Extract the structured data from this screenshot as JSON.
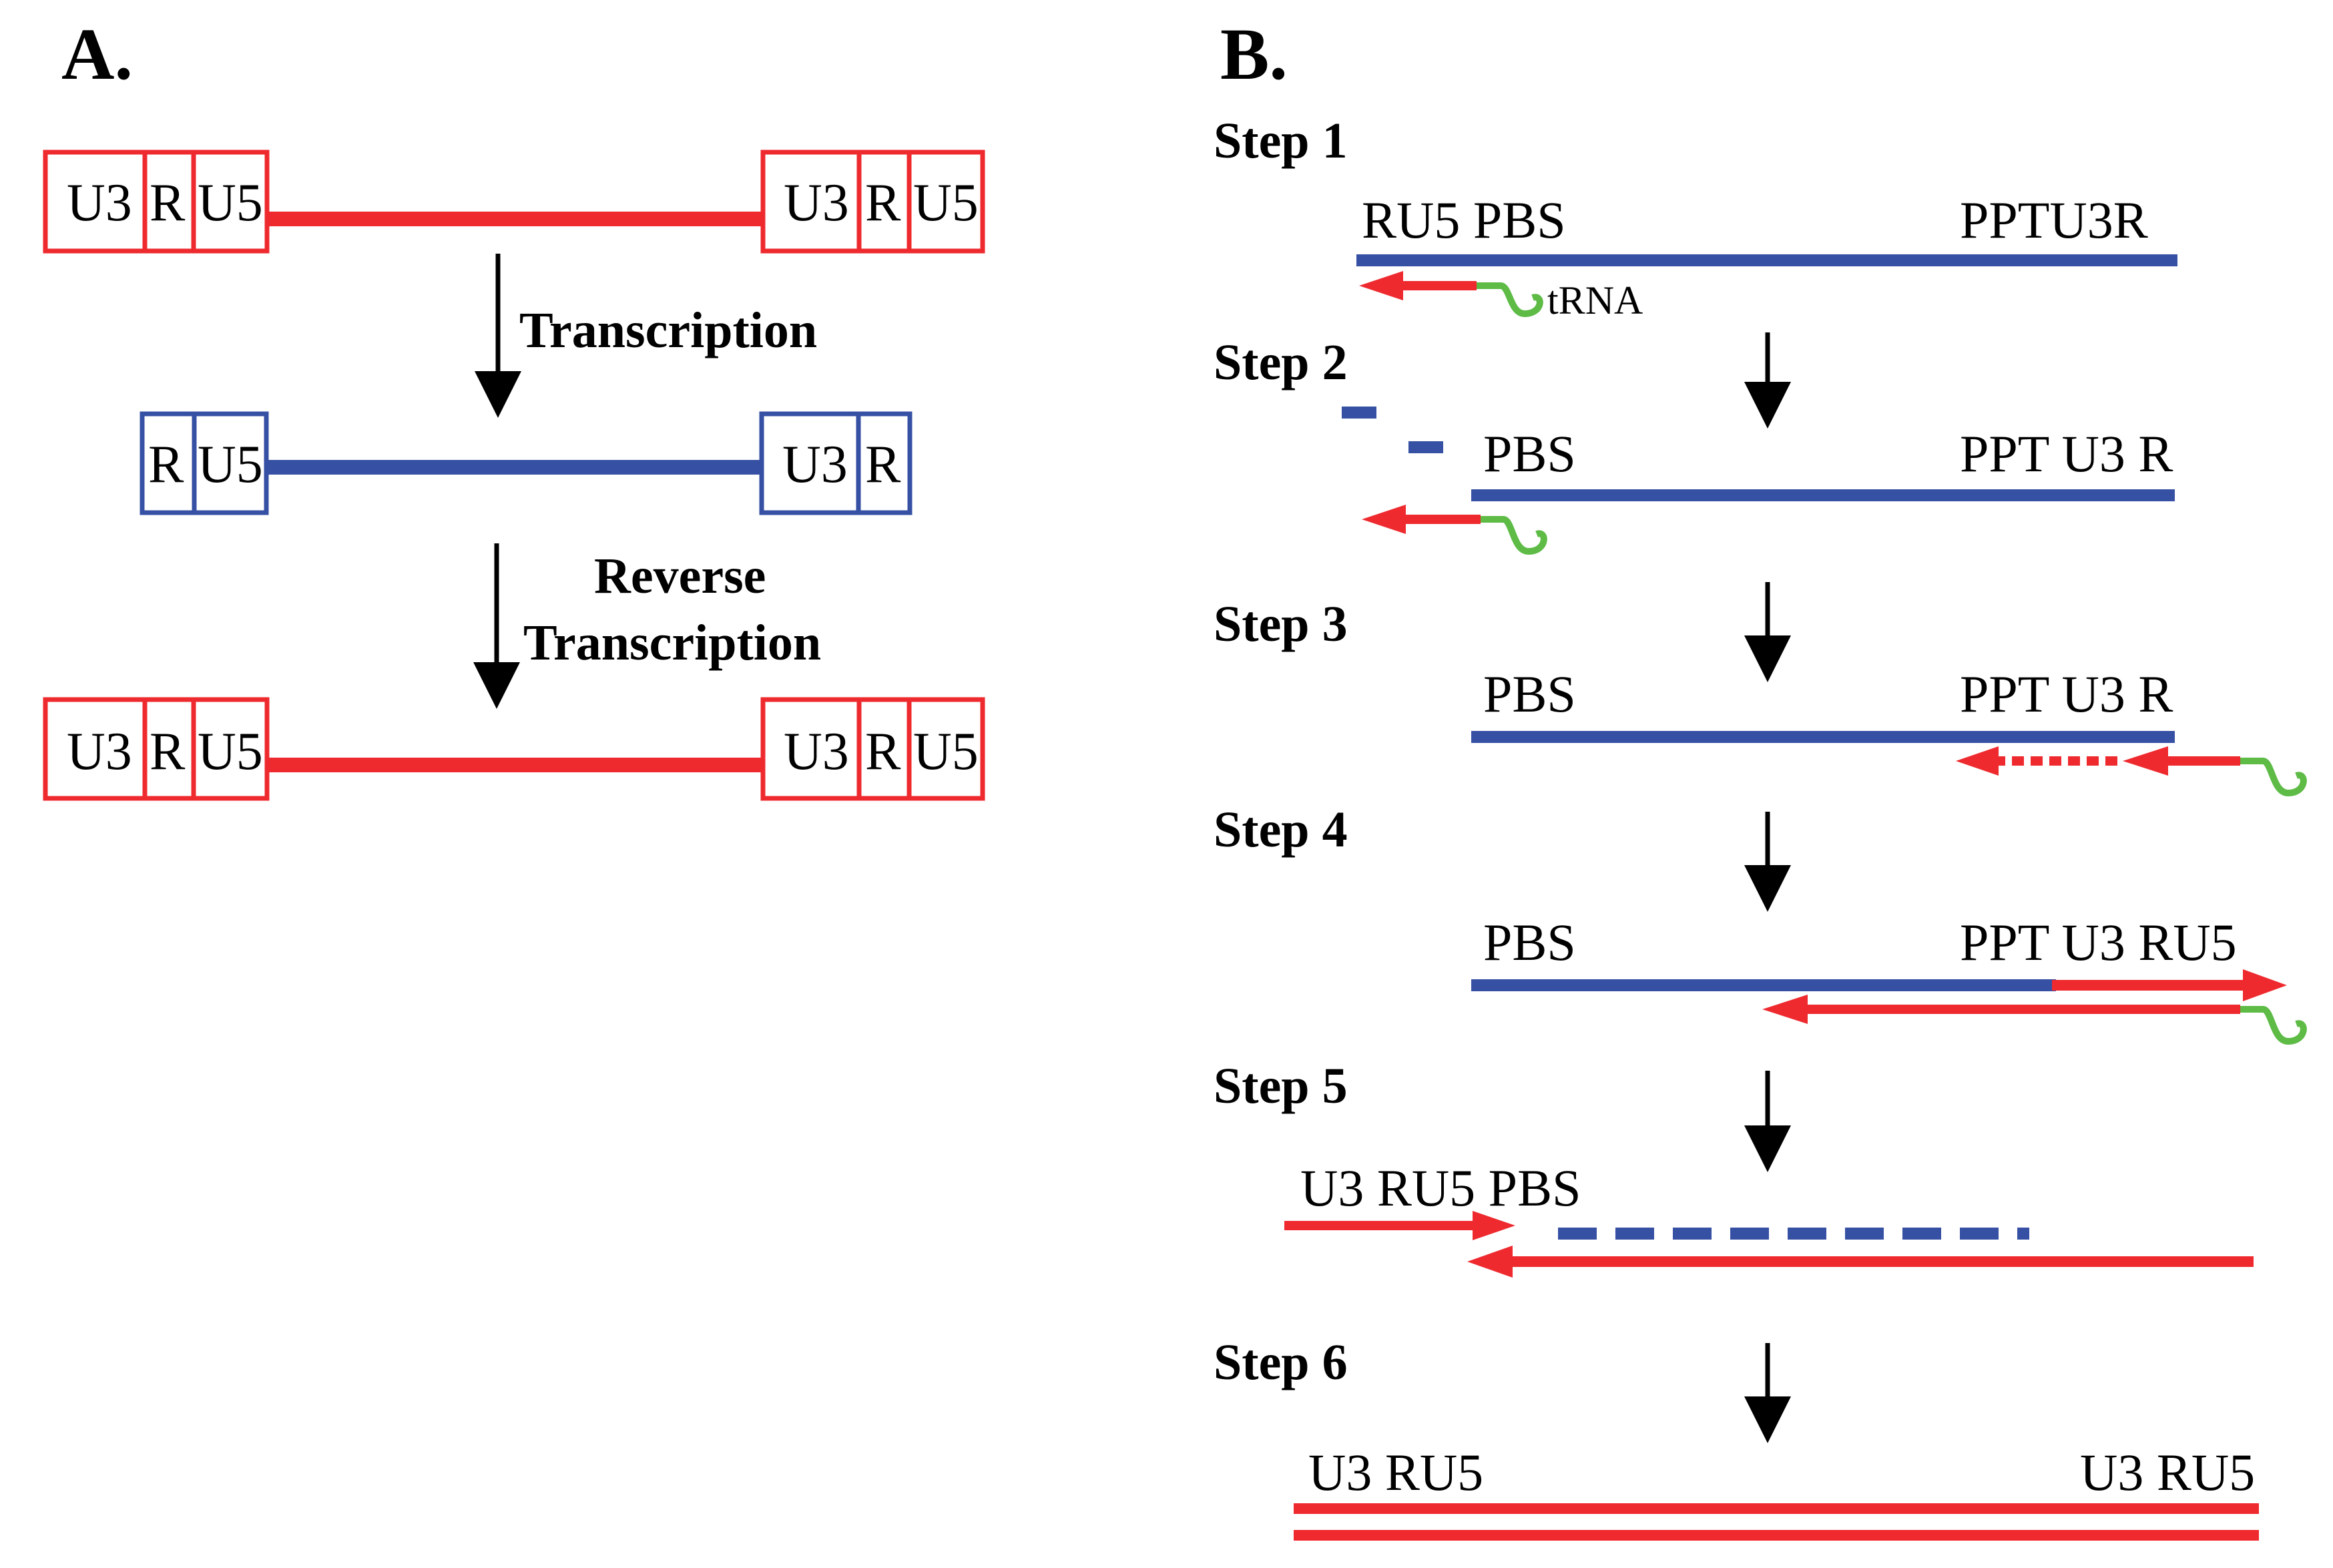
{
  "colors": {
    "red": "#ee2a2f",
    "blue": "#3650a4",
    "green": "#5dbb46",
    "black": "#000000"
  },
  "panelA": {
    "label": "A.",
    "ltr_u3": "U3",
    "ltr_r": "R",
    "ltr_u5": "U5",
    "arrow1_label": "Transcription",
    "arrow2_label_line1": "Reverse",
    "arrow2_label_line2": "Transcription"
  },
  "panelB": {
    "label": "B.",
    "steps": [
      {
        "label": "Step 1",
        "left_text": "RU5 PBS",
        "right_text": "PPTU3R",
        "primer_label": "tRNA"
      },
      {
        "label": "Step 2",
        "left_text": "PBS",
        "right_text": "PPT U3 R"
      },
      {
        "label": "Step 3",
        "left_text": "PBS",
        "right_text": "PPT U3 R"
      },
      {
        "label": "Step 4",
        "left_text": "PBS",
        "right_text": "PPT U3 RU5"
      },
      {
        "label": "Step 5",
        "left_text": "U3 RU5 PBS"
      },
      {
        "label": "Step 6",
        "left_text": "U3 RU5",
        "right_text": "U3 RU5"
      }
    ]
  }
}
